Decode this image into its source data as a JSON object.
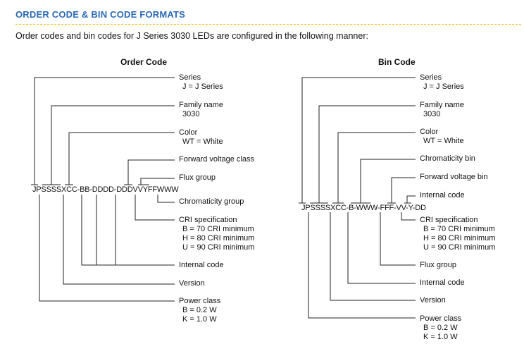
{
  "header": {
    "title": "ORDER CODE & BIN CODE FORMATS",
    "accent_color": "#f0c020",
    "title_color": "#2a6ab5"
  },
  "intro": "Order codes and bin codes for J Series 3030 LEDs are configured in the following manner:",
  "order": {
    "heading": "Order Code",
    "code": "JPSSSSXCC-BB-DDDD-DDDVVYFFWWW",
    "labels": {
      "series": {
        "title": "Series",
        "lines": [
          "J = J Series"
        ]
      },
      "family": {
        "title": "Family name",
        "lines": [
          "3030"
        ]
      },
      "color": {
        "title": "Color",
        "lines": [
          "WT = White"
        ]
      },
      "fvclass": {
        "title": "Forward voltage class",
        "lines": []
      },
      "flux": {
        "title": "Flux group",
        "lines": []
      },
      "chroma": {
        "title": "Chromaticity group",
        "lines": []
      },
      "cri": {
        "title": "CRI specification",
        "lines": [
          "B = 70 CRI minimum",
          "H = 80 CRI minimum",
          "U = 90 CRI minimum"
        ]
      },
      "internal": {
        "title": "Internal code",
        "lines": []
      },
      "version": {
        "title": "Version",
        "lines": []
      },
      "power": {
        "title": "Power class",
        "lines": [
          "B = 0.2 W",
          "K = 1.0 W"
        ]
      }
    }
  },
  "bin": {
    "heading": "Bin Code",
    "code": "JPSSSSXCC-B-WWW-FFF-VV-Y-DD",
    "labels": {
      "series": {
        "title": "Series",
        "lines": [
          "J = J Series"
        ]
      },
      "family": {
        "title": "Family name",
        "lines": [
          "3030"
        ]
      },
      "color": {
        "title": "Color",
        "lines": [
          "WT = White"
        ]
      },
      "chromabin": {
        "title": "Chromaticity bin",
        "lines": []
      },
      "fvbin": {
        "title": "Forward voltage bin",
        "lines": []
      },
      "internal": {
        "title": "Internal code",
        "lines": []
      },
      "cri": {
        "title": "CRI specification",
        "lines": [
          "B = 70 CRI minimum",
          "H = 80 CRI minimum",
          "U = 90 CRI minimum"
        ]
      },
      "flux": {
        "title": "Flux group",
        "lines": []
      },
      "internal2": {
        "title": "Internal code",
        "lines": []
      },
      "version": {
        "title": "Version",
        "lines": []
      },
      "power": {
        "title": "Power class",
        "lines": [
          "B = 0.2 W",
          "K = 1.0 W"
        ]
      }
    }
  }
}
